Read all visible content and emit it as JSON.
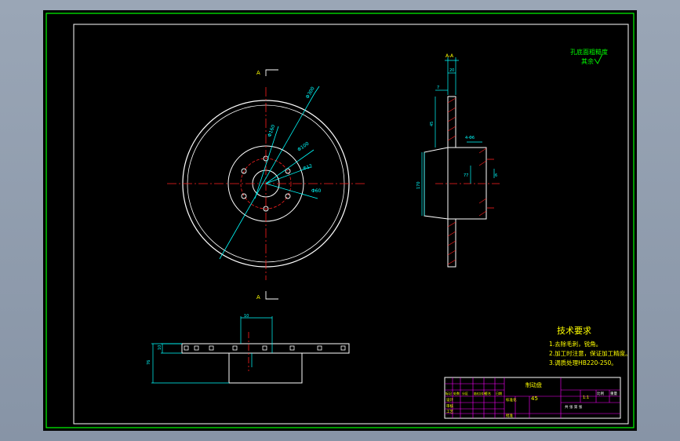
{
  "colors": {
    "background": "#000000",
    "border_green": "#00ff00",
    "part_white": "#ffffff",
    "center_red": "#ff2020",
    "dimension_cyan": "#00ffff",
    "text_yellow": "#ffff00",
    "title_magenta": "#ff00ff"
  },
  "views": {
    "section_mark_top": "A",
    "section_mark_bottom": "A",
    "section_label": "A-A",
    "roughness_note_line1": "孔底面粗糙度",
    "roughness_note_line2": "其余"
  },
  "dimensions": {
    "outer_dia": "Φ300",
    "pcd": "Φ100",
    "hole_dia": "Φ12",
    "bore_dia": "Φ60",
    "hub_dia": "Φ160",
    "side_height": "170",
    "side_rim": "45",
    "side_thick": "20",
    "side_offset": "7",
    "side_hub": "77",
    "side_small": "6",
    "side_chamfer": "4-Φ6",
    "bottom_width": "10",
    "bottom_height": "76",
    "bottom_small": "10"
  },
  "notes": {
    "heading": "技术要求",
    "lines": [
      "1.去除毛刺，锐角。",
      "2.加工时注意，保证加工精度。",
      "3.调质处理HB220-250。"
    ]
  },
  "title_block": {
    "part_name": "制动盘",
    "material": "45",
    "ratio": "1:1",
    "row_labels": [
      "设计",
      "审核",
      "工艺",
      "标准化",
      "批准"
    ],
    "header_labels": [
      "标记",
      "处数",
      "分区",
      "更改文件号",
      "签名",
      "日期"
    ],
    "scale_label": "比例",
    "weight_label": "重量",
    "sheet_label": "共 张 第 张"
  }
}
